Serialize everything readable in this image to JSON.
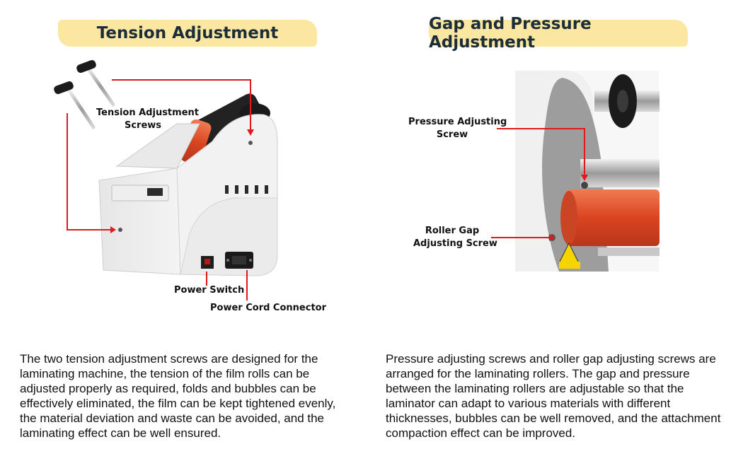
{
  "left_section": {
    "title": "Tension Adjustment",
    "labels": {
      "tension_screws_line1": "Tension Adjustment",
      "tension_screws_line2": "Screws",
      "power_switch": "Power Switch",
      "power_cord": "Power Cord Connector"
    },
    "description": "The two tension adjustment screws are designed for the laminating machine, the tension of the film rolls can be adjusted properly as required, folds and bubbles can be effectively eliminated, the film can be kept tightened evenly, the material deviation and waste can be avoided, and the laminating effect can be well ensured."
  },
  "right_section": {
    "title": "Gap and Pressure Adjustment",
    "labels": {
      "pressure_screw_line1": "Pressure Adjusting",
      "pressure_screw_line2": "Screw",
      "gap_screw_line1": "Roller Gap",
      "gap_screw_line2": "Adjusting Screw"
    },
    "description": "Pressure adjusting screws and roller gap adjusting screws are arranged for the laminating rollers. The gap and pressure between the laminating rollers are adjustable so that the laminator can adapt to various materials with different thicknesses, bubbles can be well removed, and the attachment compaction effect can be improved."
  },
  "colors": {
    "banner": "#fce7a2",
    "title_text": "#1c2d3a",
    "callout_line": "#e0191c",
    "roller": "#e2542e"
  }
}
